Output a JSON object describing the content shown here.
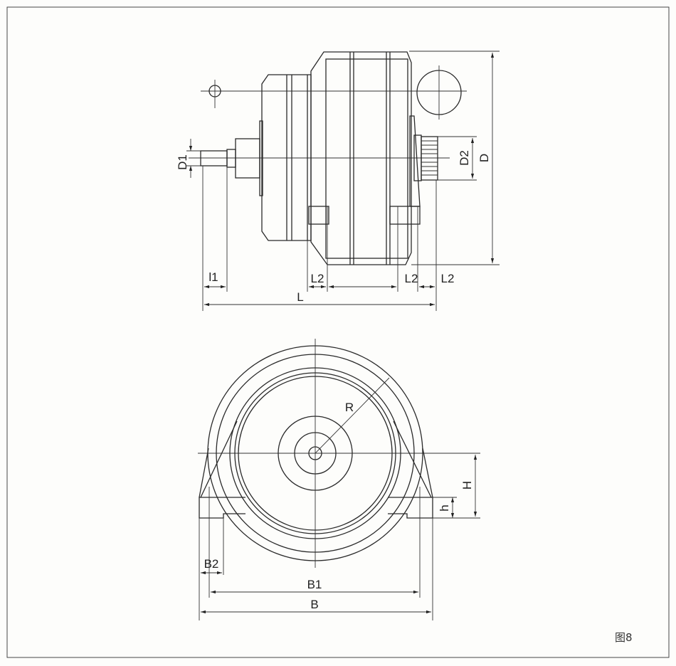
{
  "figure_caption": "图8",
  "side_view": {
    "labels": {
      "D1": "D1",
      "D2": "D2",
      "D": "D",
      "l1": "l1",
      "L2_a": "L2",
      "L2_b": "L2",
      "L2_c": "L2",
      "L": "L"
    }
  },
  "front_view": {
    "labels": {
      "R": "R",
      "H": "H",
      "h": "h",
      "B2": "B2",
      "B1": "B1",
      "B": "B"
    }
  }
}
